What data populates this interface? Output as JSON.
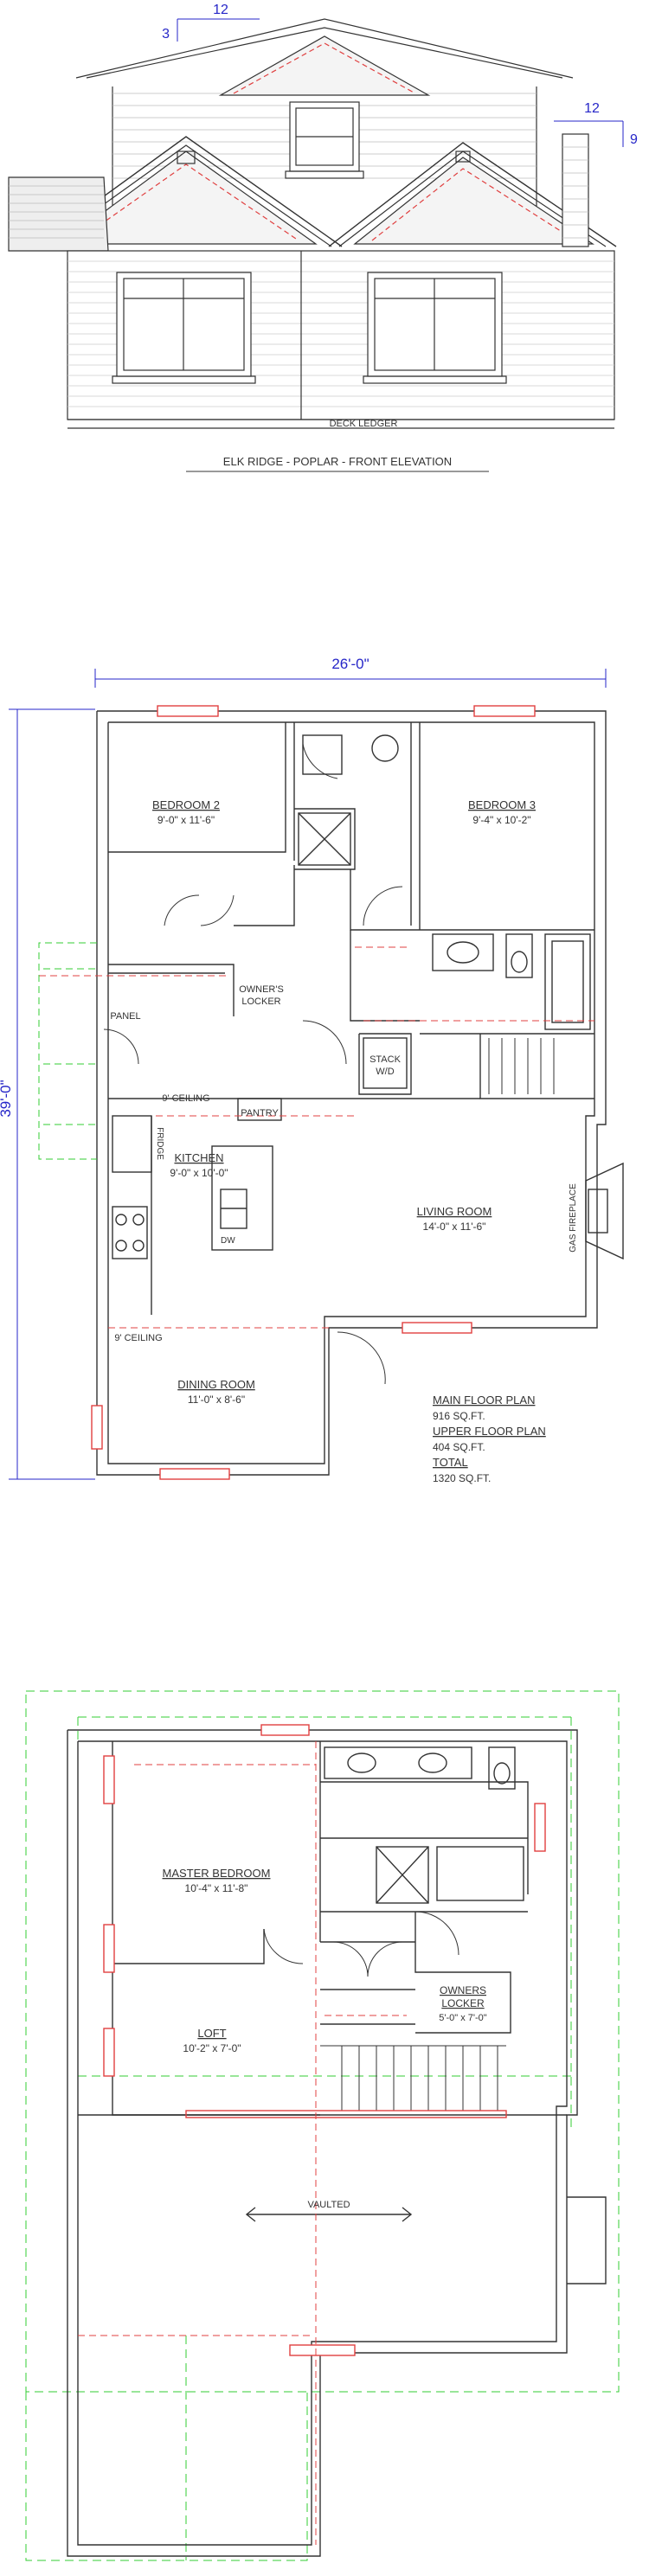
{
  "elevation": {
    "title": "ELK RIDGE - POPLAR - FRONT ELEVATION",
    "deck_ledger": "DECK LEDGER",
    "pitch_left_rise": "3",
    "pitch_left_run": "12",
    "pitch_right_run": "12",
    "pitch_right_rise": "9"
  },
  "main_floor": {
    "overall_width": "26'-0\"",
    "overall_depth": "39'-0\"",
    "rooms": {
      "bedroom2_name": "BEDROOM 2",
      "bedroom2_size": "9'-0\" x 11'-6\"",
      "bedroom3_name": "BEDROOM 3",
      "bedroom3_size": "9'-4\" x 10'-2\"",
      "kitchen_name": "KITCHEN",
      "kitchen_size": "9'-0\" x 10'-0\"",
      "living_name": "LIVING ROOM",
      "living_size": "14'-0\" x 11'-6\"",
      "dining_name": "DINING ROOM",
      "dining_size": "11'-0\" x 8'-6\""
    },
    "labels": {
      "owners_locker_1": "OWNER'S",
      "owners_locker_2": "LOCKER",
      "panel": "PANEL",
      "stack": "STACK",
      "wd": "W/D",
      "ceiling_9": "9' CEILING",
      "ceiling_9b": "9' CEILING",
      "pantry": "PANTRY",
      "fridge": "FRIDGE",
      "dw": "DW",
      "gas_fireplace": "GAS FIREPLACE"
    },
    "summary": {
      "main_label": "MAIN FLOOR PLAN",
      "main_value": "916 SQ.FT.",
      "upper_label": "UPPER FLOOR PLAN",
      "upper_value": "404 SQ.FT.",
      "total_label": "TOTAL",
      "total_value": "1320 SQ.FT."
    }
  },
  "upper_floor": {
    "master_name": "MASTER BEDROOM",
    "master_size": "10'-4\" x 11'-8\"",
    "loft_name": "LOFT",
    "loft_size": "10'-2\" x 7'-0\"",
    "owners_locker_1": "OWNERS",
    "owners_locker_2": "LOCKER",
    "owners_locker_size": "5'-0\" x 7'-0\"",
    "vaulted": "VAULTED"
  },
  "colors": {
    "line": "#333333",
    "window_red": "#e04040",
    "dim_blue": "#2626c8",
    "green_dash": "#33cc33"
  }
}
